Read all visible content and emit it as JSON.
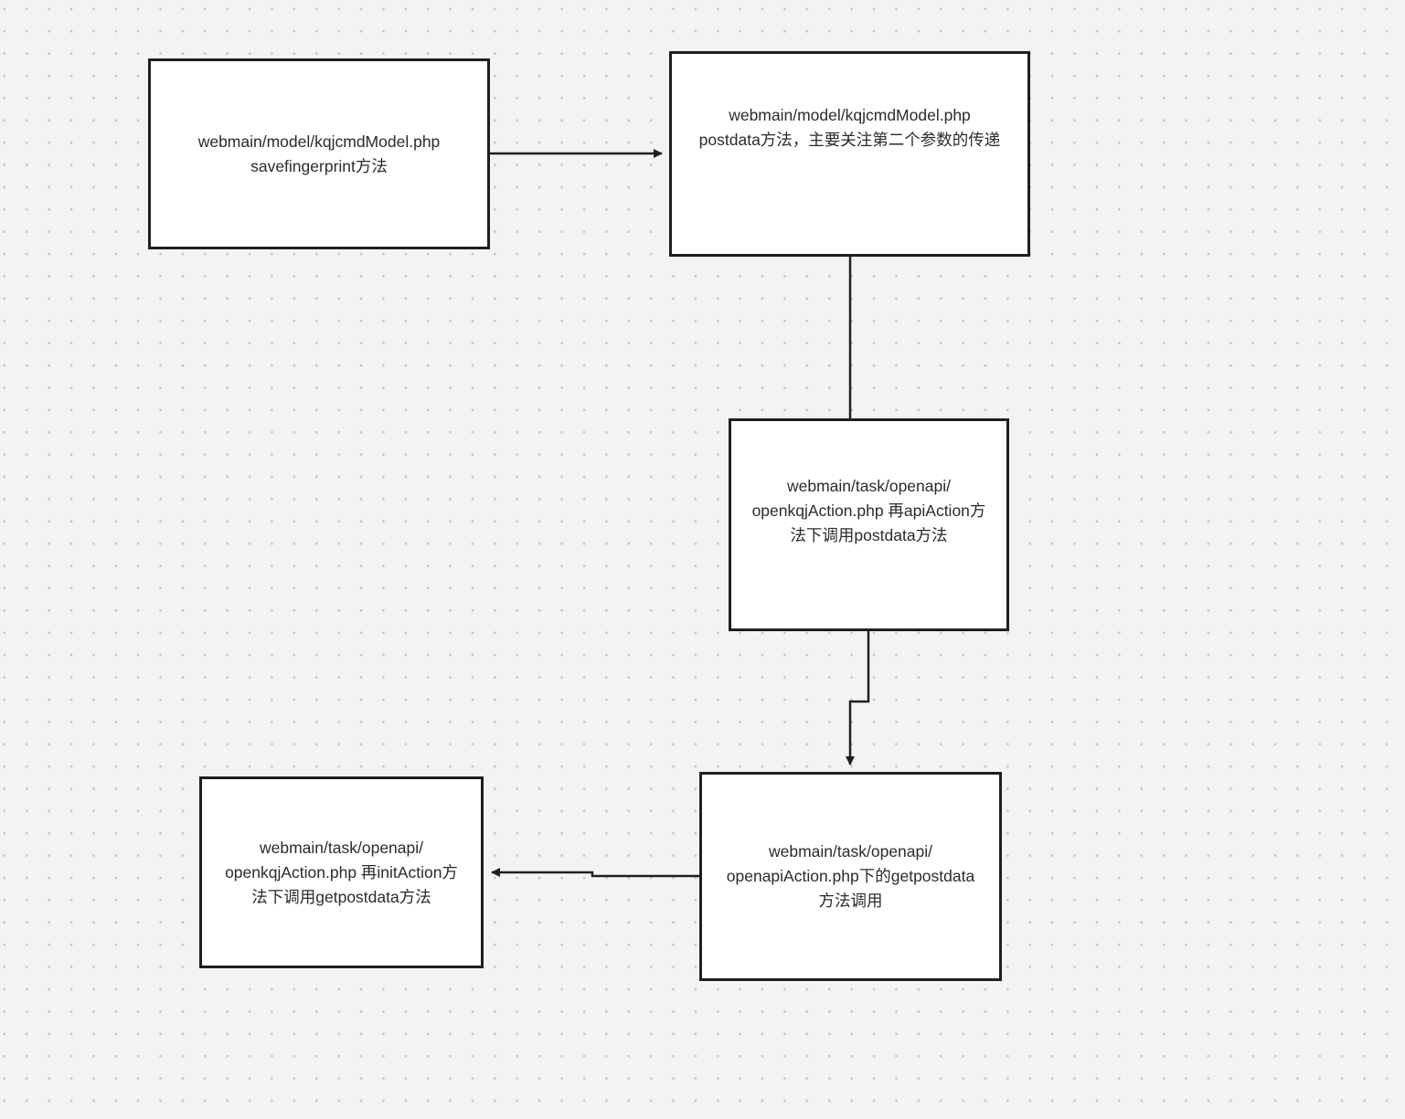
{
  "canvas": {
    "background": "#f2f3f5",
    "grid_dot_color": "#c2c5cc"
  },
  "nodes": [
    {
      "id": "n1",
      "lines": [
        "webmain/model/kqjcmdModel.php",
        "savefingerprint方法"
      ]
    },
    {
      "id": "n2",
      "lines": [
        "webmain/model/kqjcmdModel.php",
        "postdata方法，主要关注第二个参数的传递"
      ]
    },
    {
      "id": "n3",
      "lines": [
        "webmain/task/openapi/",
        "openkqjAction.php  再apiAction方",
        "法下调用postdata方法"
      ]
    },
    {
      "id": "n4",
      "lines": [
        "webmain/task/openapi/",
        "openapiAction.php下的getpostdata",
        "方法调用"
      ]
    },
    {
      "id": "n5",
      "lines": [
        "webmain/task/openapi/",
        "openkqjAction.php  再initAction方",
        "法下调用getpostdata方法"
      ]
    }
  ],
  "edges": [
    {
      "from": "n1",
      "to": "n2",
      "arrow": true
    },
    {
      "from": "n2",
      "to": "n3",
      "arrow": false
    },
    {
      "from": "n3",
      "to": "n4",
      "arrow": true
    },
    {
      "from": "n4",
      "to": "n5",
      "arrow": true
    }
  ],
  "style": {
    "node_border": "#1f1f1f",
    "node_fill": "#ffffff",
    "text_color": "#2b2b2b",
    "edge_color": "#1f1f1f"
  }
}
